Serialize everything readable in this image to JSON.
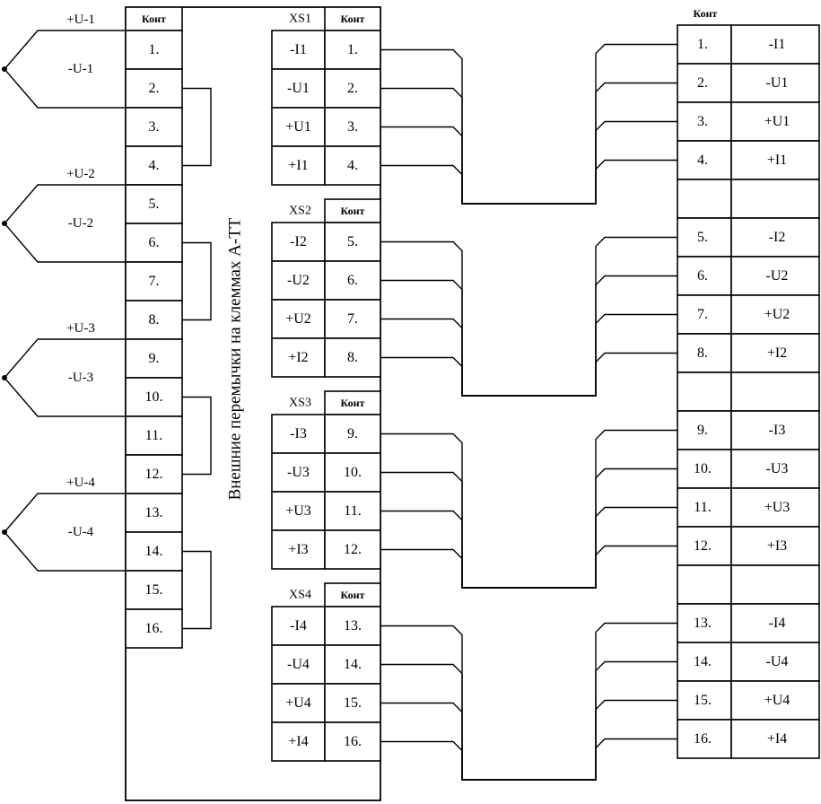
{
  "diagram_label": "Внешние перемычки на клеммах А-ТТ",
  "header_cont": "Конт",
  "left_terminals": [
    "1.",
    "2.",
    "3.",
    "4.",
    "5.",
    "6.",
    "7.",
    "8.",
    "9.",
    "10.",
    "11.",
    "12.",
    "13.",
    "14.",
    "15.",
    "16."
  ],
  "sensors": [
    {
      "top": "+U-1",
      "bottom": "-U-1"
    },
    {
      "top": "+U-2",
      "bottom": "-U-2"
    },
    {
      "top": "+U-3",
      "bottom": "-U-3"
    },
    {
      "top": "+U-4",
      "bottom": "-U-4"
    }
  ],
  "connectors": [
    {
      "name": "XS1",
      "signals": [
        "-I1",
        "-U1",
        "+U1",
        "+I1"
      ],
      "contacts": [
        "1.",
        "2.",
        "3.",
        "4."
      ]
    },
    {
      "name": "XS2",
      "signals": [
        "-I2",
        "-U2",
        "+U2",
        "+I2"
      ],
      "contacts": [
        "5.",
        "6.",
        "7.",
        "8."
      ]
    },
    {
      "name": "XS3",
      "signals": [
        "-I3",
        "-U3",
        "+U3",
        "+I3"
      ],
      "contacts": [
        "9.",
        "10.",
        "11.",
        "12."
      ]
    },
    {
      "name": "XS4",
      "signals": [
        "-I4",
        "-U4",
        "+U4",
        "+I4"
      ],
      "contacts": [
        "13.",
        "14.",
        "15.",
        "16."
      ]
    }
  ],
  "right_groups": [
    {
      "contacts": [
        "1.",
        "2.",
        "3.",
        "4."
      ],
      "signals": [
        "-I1",
        "-U1",
        "+U1",
        "+I1"
      ]
    },
    {
      "contacts": [
        "5.",
        "6.",
        "7.",
        "8."
      ],
      "signals": [
        "-I2",
        "-U2",
        "+U2",
        "+I2"
      ]
    },
    {
      "contacts": [
        "9.",
        "10.",
        "11.",
        "12."
      ],
      "signals": [
        "-I3",
        "-U3",
        "+U3",
        "+I3"
      ]
    },
    {
      "contacts": [
        "13.",
        "14.",
        "15.",
        "16."
      ],
      "signals": [
        "-I4",
        "-U4",
        "+U4",
        "+I4"
      ]
    }
  ]
}
